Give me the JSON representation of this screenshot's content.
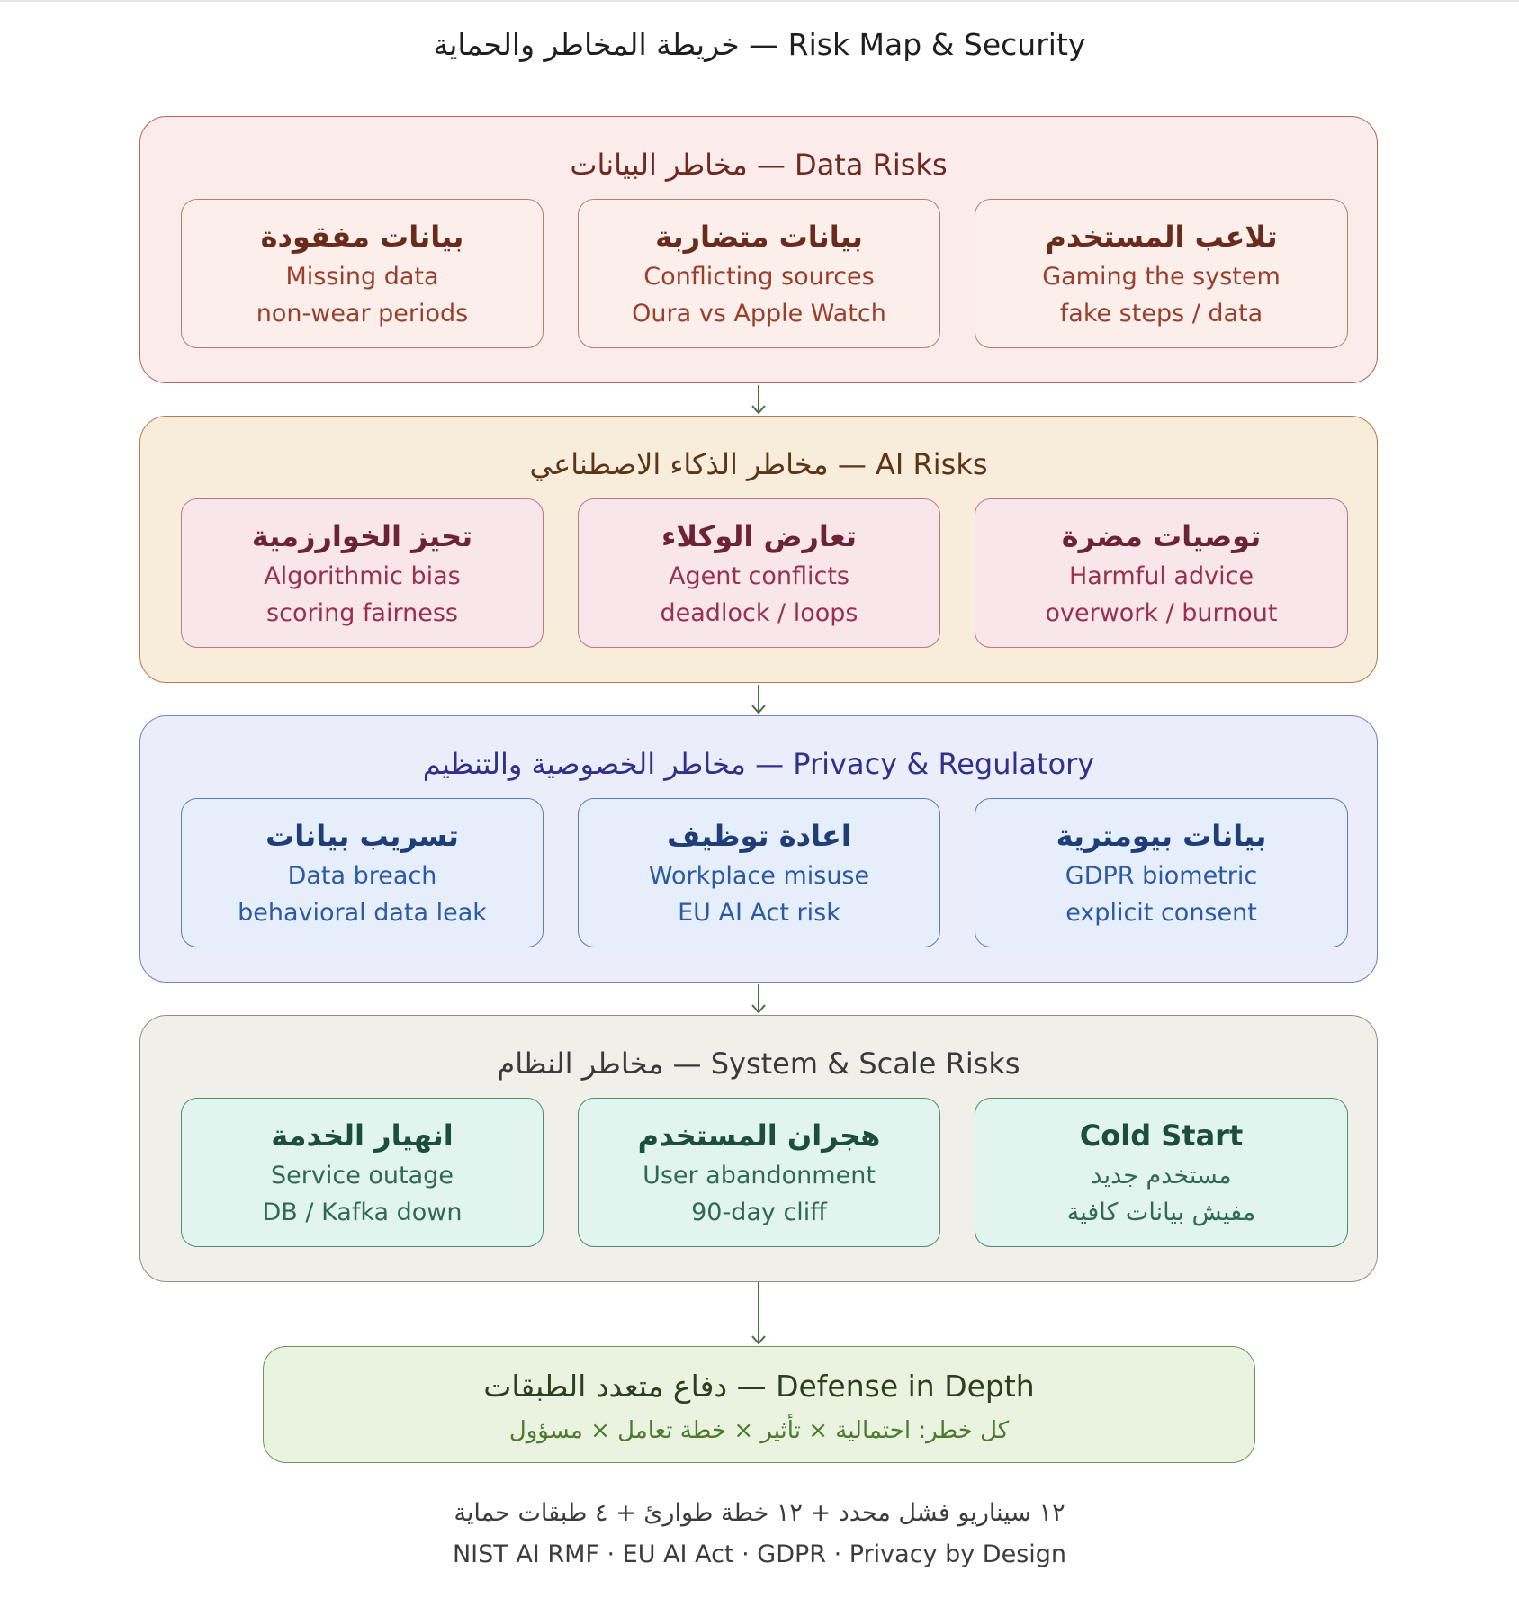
{
  "title": "خريطة المخاطر والحماية — Risk Map & Security",
  "sections": [
    {
      "title": "مخاطر البيانات — Data Risks",
      "cards": [
        {
          "title": "بيانات مفقودة",
          "line1": "Missing data",
          "line2": "non-wear periods"
        },
        {
          "title": "بيانات متضاربة",
          "line1": "Conflicting sources",
          "line2": "Oura vs Apple Watch"
        },
        {
          "title": "تلاعب المستخدم",
          "line1": "Gaming the system",
          "line2": "fake steps / data"
        }
      ]
    },
    {
      "title": "مخاطر الذكاء الاصطناعي — AI Risks",
      "cards": [
        {
          "title": "تحيز الخوارزمية",
          "line1": "Algorithmic bias",
          "line2": "scoring fairness"
        },
        {
          "title": "تعارض الوكلاء",
          "line1": "Agent conflicts",
          "line2": "deadlock / loops"
        },
        {
          "title": "توصيات مضرة",
          "line1": "Harmful advice",
          "line2": "overwork / burnout"
        }
      ]
    },
    {
      "title": "مخاطر الخصوصية والتنظيم — Privacy & Regulatory",
      "cards": [
        {
          "title": "تسريب بيانات",
          "line1": "Data breach",
          "line2": "behavioral data leak"
        },
        {
          "title": "اعادة توظيف",
          "line1": "Workplace misuse",
          "line2": "EU AI Act risk"
        },
        {
          "title": "بيانات بيومترية",
          "line1": "GDPR biometric",
          "line2": "explicit consent"
        }
      ]
    },
    {
      "title": "مخاطر النظام — System & Scale Risks",
      "cards": [
        {
          "title": "انهيار الخدمة",
          "line1": "Service outage",
          "line2": "DB / Kafka down"
        },
        {
          "title": "هجران المستخدم",
          "line1": "User abandonment",
          "line2": "90-day cliff"
        },
        {
          "title": "Cold Start",
          "line1": "مستخدم جديد",
          "line2": "مفيش بيانات كافية"
        }
      ]
    }
  ],
  "defense": {
    "title": "دفاع متعدد الطبقات — Defense in Depth",
    "subtitle": "كل خطر: احتمالية × تأثير × خطة تعامل × مسؤول"
  },
  "footer": {
    "line1": "١٢ سيناريو فشل محدد + ١٢ خطة طوارئ + ٤ طبقات حماية",
    "line2": "NIST AI RMF · EU AI Act · GDPR · Privacy by Design"
  }
}
